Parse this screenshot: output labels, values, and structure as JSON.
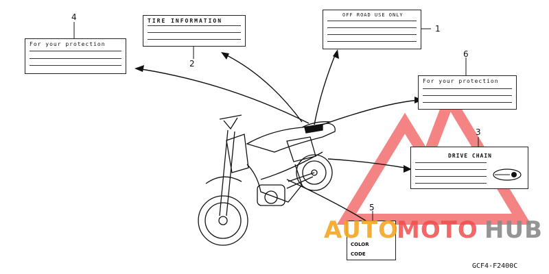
{
  "labels": {
    "tire": {
      "number": "2",
      "heading": "TIRE INFORMATION"
    },
    "offroad": {
      "number": "1",
      "heading": "OFF ROAD USE ONLY"
    },
    "protection_left": {
      "number": "4",
      "heading": "For your protection"
    },
    "protection_right": {
      "number": "6",
      "heading": "For your protection"
    },
    "drive_chain": {
      "number": "3",
      "heading": "DRIVE CHAIN"
    },
    "color_code": {
      "number": "5",
      "line1": "COLOR",
      "line2": "CODE"
    }
  },
  "watermark": {
    "part1": "AUTO",
    "part2": "MOTO",
    "part3": "HUB",
    "color_red": "#f04e4e",
    "color_orange": "#f5a623",
    "color_gray": "#8a8a8a"
  },
  "part_number": "GCF4-F2400C"
}
